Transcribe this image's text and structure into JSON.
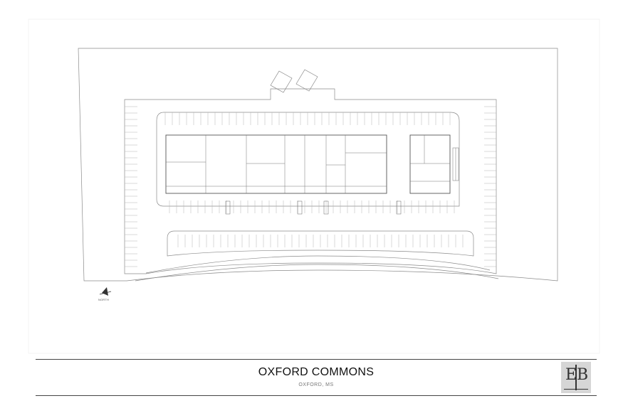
{
  "drawing": {
    "north_label": "NORTH"
  },
  "title_block": {
    "title": "OXFORD COMMONS",
    "location": "OXFORD, MS",
    "logo_letters": [
      "E",
      "B"
    ]
  }
}
